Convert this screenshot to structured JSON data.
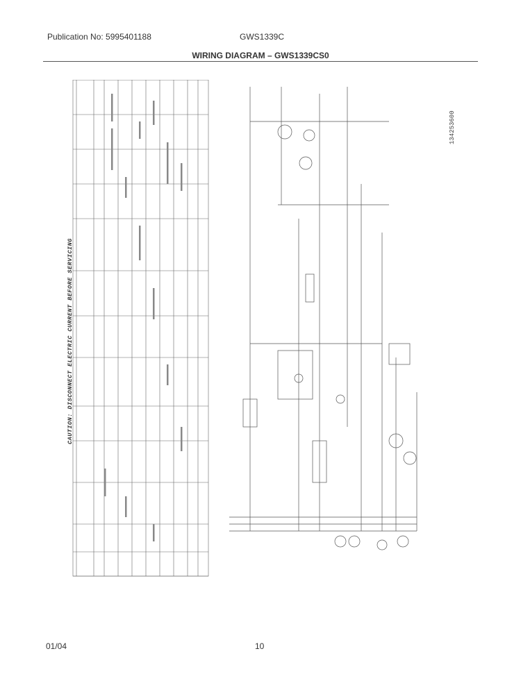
{
  "header": {
    "publication": "Publication No: 5995401188",
    "model": "GWS1339C"
  },
  "title": "WIRING DIAGRAM – GWS1339CS0",
  "diagram": {
    "caution": "CAUTION: DISCONNECT ELECTRIC CURRENT BEFORE SERVICING",
    "number": "134253600"
  },
  "footer": {
    "date": "01/04",
    "page": "10"
  }
}
